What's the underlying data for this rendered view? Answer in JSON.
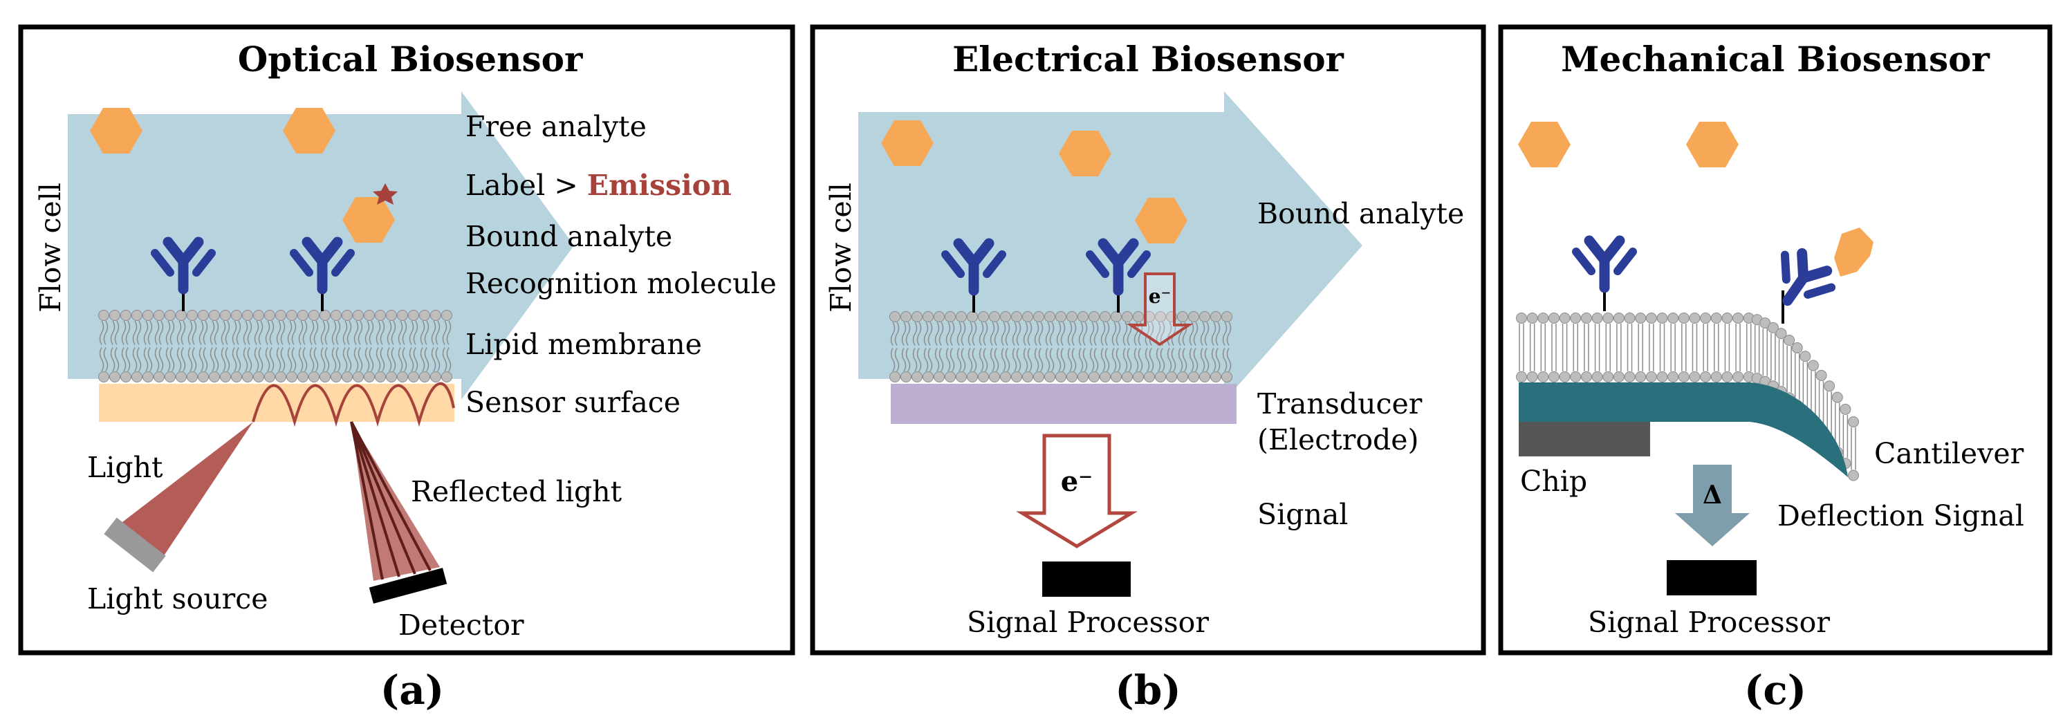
{
  "panels": {
    "optical": {
      "title": "Optical Biosensor",
      "letter": "(a)",
      "flow_cell": "Flow cell",
      "free_analyte": "Free analyte",
      "label_prefix": "Label >",
      "emission": "Emission",
      "bound_analyte": "Bound analyte",
      "recognition_molecule": "Recognition molecule",
      "lipid_membrane": "Lipid membrane",
      "sensor_surface": "Sensor surface",
      "light": "Light",
      "reflected_light": "Reflected light",
      "light_source": "Light source",
      "detector": "Detector"
    },
    "electrical": {
      "title": "Electrical Biosensor",
      "letter": "(b)",
      "flow_cell": "Flow cell",
      "bound_analyte": "Bound analyte",
      "electron_small": "e⁻",
      "electron_large": "e⁻",
      "transducer": "Transducer",
      "electrode": "(Electrode)",
      "signal": "Signal",
      "signal_processor": "Signal Processor"
    },
    "mechanical": {
      "title": "Mechanical Biosensor",
      "letter": "(c)",
      "chip": "Chip",
      "cantilever": "Cantilever",
      "delta": "Δ",
      "deflection_signal": "Deflection Signal",
      "signal_processor": "Signal Processor"
    }
  },
  "colors": {
    "flow": "#b7d3de",
    "analyte": "#f7a856",
    "antibody": "#2b3d99",
    "star": "#a7413b",
    "emission_text": "#a7413b",
    "lipid_head": "#bdbdbd",
    "sensor_surface": "#ffd8a6",
    "electrode": "#bcafd2",
    "light_beam": "#a7413b",
    "cantilever": "#2a6f7c",
    "chip": "#565656",
    "delta_arrow": "#7f9eab"
  },
  "icons": {
    "analyte": "hexagon-icon",
    "antibody": "antibody-icon",
    "label": "star-icon"
  }
}
